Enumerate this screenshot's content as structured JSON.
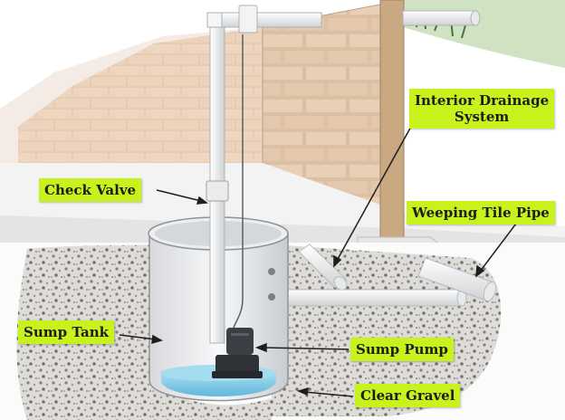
{
  "labels": {
    "interior_drainage": [
      "Interior Drainage",
      "System"
    ],
    "check_valve": "Check Valve",
    "weeping_tile_pipe": "Weeping Tile Pipe",
    "sump_tank": "Sump Tank",
    "sump_pump": "Sump Pump",
    "clear_gravel": "Clear Gravel"
  },
  "colors": {
    "label_bg": "#c8f21c",
    "brick": "#e8cdb4",
    "mortar": "#ffffff",
    "water": "#8fd0ea",
    "gravel": "#8a8580",
    "pipe": "#f2f2f2",
    "pump": "#3a3f44"
  }
}
